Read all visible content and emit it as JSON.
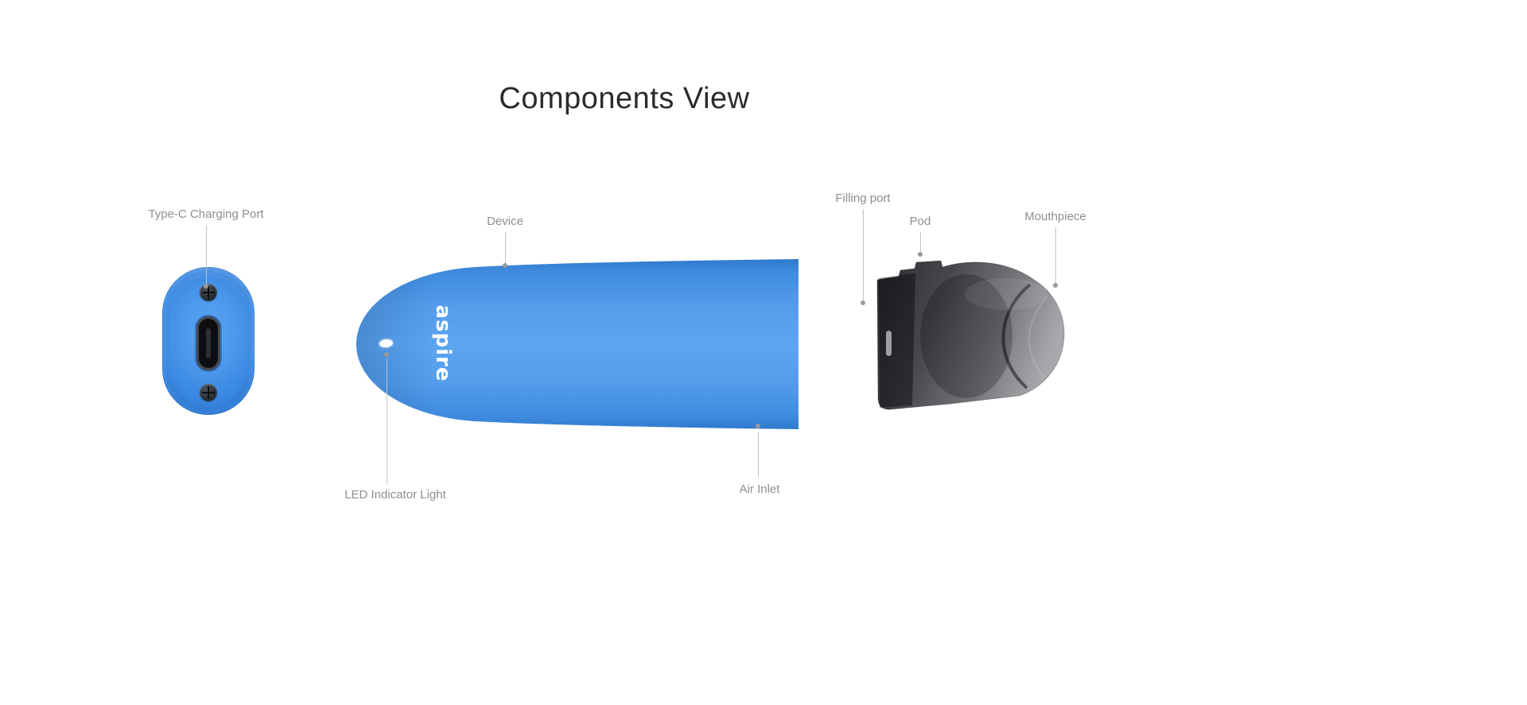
{
  "title": "Components View",
  "brand": {
    "logo_text": "aspire"
  },
  "callouts": {
    "type_c": {
      "label": "Type-C Charging Port"
    },
    "device": {
      "label": "Device"
    },
    "led": {
      "label": "LED Indicator Light"
    },
    "air_inlet": {
      "label": "Air Inlet"
    },
    "filling_port": {
      "label": "Filling port"
    },
    "pod": {
      "label": "Pod"
    },
    "mouthpiece": {
      "label": "Mouthpiece"
    }
  },
  "colors": {
    "device_blue": "#4b97ec",
    "device_blue_dark": "#2d77ce",
    "pod_smoke": "#3a3b40",
    "led_white": "#ffffff",
    "label_gray": "#8e8e8e",
    "leader_line_gray": "#c2c2c2",
    "leader_dot_gray": "#9a9a9a",
    "title_color": "#2b2b2b",
    "background": "#ffffff"
  }
}
